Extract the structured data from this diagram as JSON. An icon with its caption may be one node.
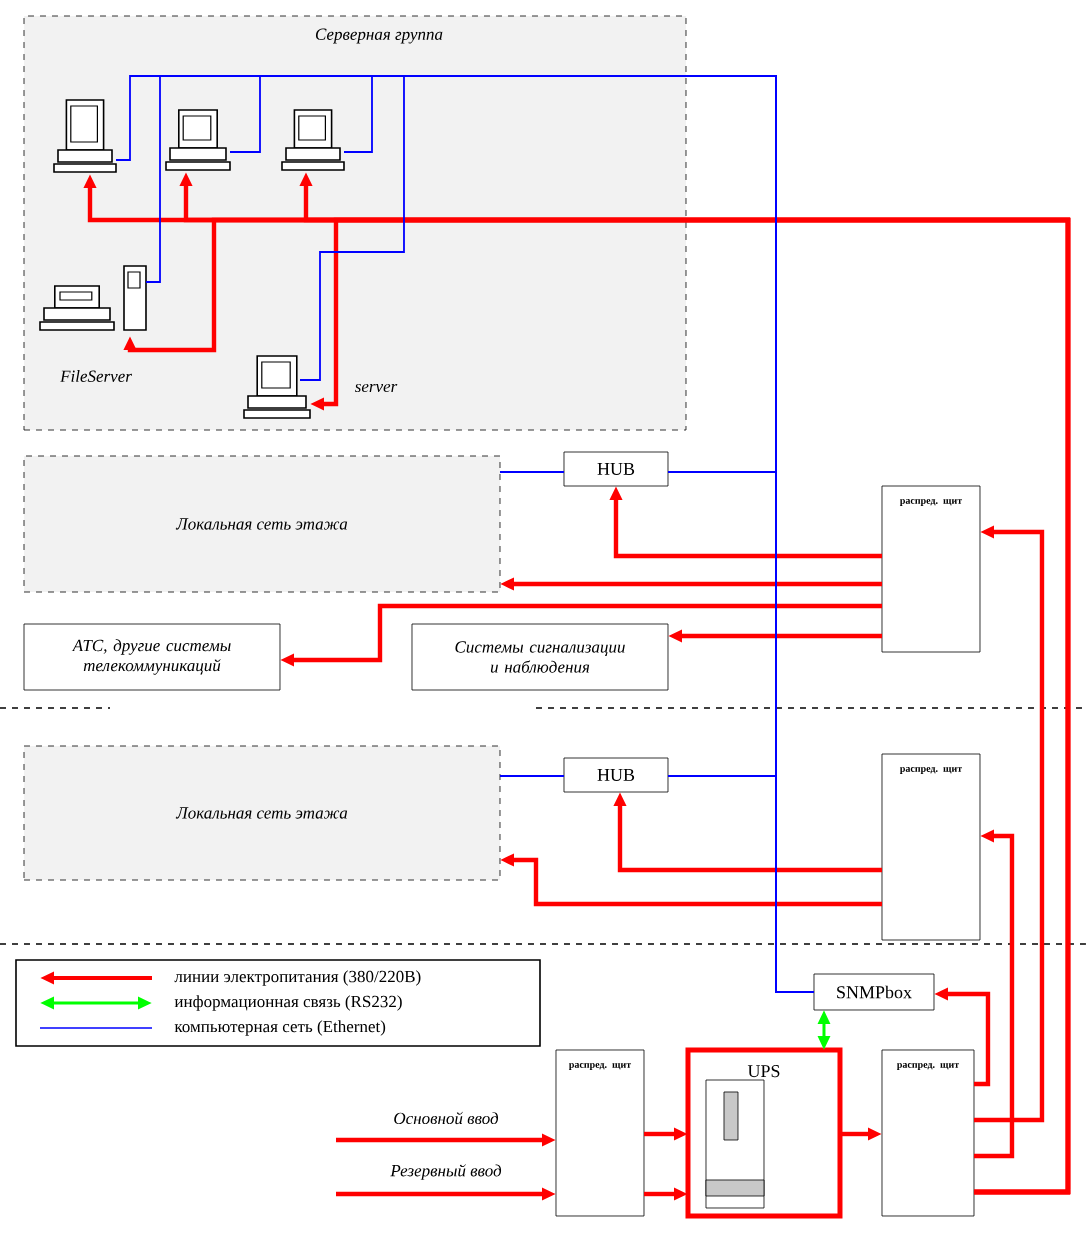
{
  "diagram": {
    "nodes": [
      {
        "text": [
          "Серверная группа"
        ]
      },
      {
        "text": [],
        "shape": "picture",
        "in": 0
      },
      {
        "text": [],
        "shape": "picture",
        "in": 0
      },
      {
        "text": [],
        "shape": "picture",
        "in": 0
      },
      {
        "text": [],
        "shape": "picture",
        "in": 0,
        "beside": [
          "FileServer"
        ]
      },
      {
        "text": [],
        "shape": "picture",
        "in": 0,
        "beside": [
          "server"
        ]
      },
      {
        "text": [
          "Локальная сеть этажа"
        ]
      },
      {
        "text": [
          "HUB"
        ]
      },
      {
        "text": [
          "распред. щит"
        ]
      },
      {
        "text": [
          "АТС, другие системы телекоммуникаций"
        ]
      },
      {
        "text": [
          "Системы сигнализации и наблюдения"
        ]
      },
      {
        "text": [
          "Локальная сеть этажа"
        ]
      },
      {
        "text": [
          "HUB"
        ]
      },
      {
        "text": [
          "распред. щит"
        ]
      },
      {
        "text": [
          "SNMPbox"
        ]
      },
      {
        "text": [
          "распред. щит"
        ]
      },
      {
        "text": [
          "UPS"
        ]
      },
      {
        "text": [
          "распред. щит"
        ]
      }
    ],
    "edges": [
      {
        "from": 17,
        "to": 1,
        "arrow": "to"
      },
      {
        "from": 17,
        "to": 2,
        "arrow": "to"
      },
      {
        "from": 17,
        "to": 3,
        "arrow": "to"
      },
      {
        "from": 17,
        "to": 4,
        "arrow": "to"
      },
      {
        "from": 17,
        "to": 5,
        "arrow": "to"
      },
      {
        "from": 8,
        "to": 7,
        "arrow": "to"
      },
      {
        "from": 8,
        "to": 6,
        "arrow": "to"
      },
      {
        "from": 8,
        "to": 9,
        "arrow": "to"
      },
      {
        "from": 8,
        "to": 10,
        "arrow": "to"
      },
      {
        "from": 13,
        "to": 12,
        "arrow": "to"
      },
      {
        "from": 13,
        "to": 11,
        "arrow": "to"
      },
      {
        "from": 17,
        "to": 8,
        "arrow": "to"
      },
      {
        "from": 17,
        "to": 13,
        "arrow": "to"
      },
      {
        "from": 17,
        "to": 14,
        "arrow": "to"
      },
      {
        "from": null,
        "to": 15,
        "arrow": "to",
        "label": "Основной ввод"
      },
      {
        "from": null,
        "to": 15,
        "arrow": "to",
        "label": "Резервный ввод"
      },
      {
        "from": 15,
        "to": 16,
        "arrow": "to"
      },
      {
        "from": 15,
        "to": 16,
        "arrow": "to"
      },
      {
        "from": 16,
        "to": 17,
        "arrow": "to"
      },
      {
        "from": 16,
        "to": 14,
        "arrow": "both",
        "color": "#00ff00"
      },
      {
        "from": 7,
        "to": 6,
        "arrow": "none",
        "color": "#0000ff"
      },
      {
        "from": 12,
        "to": 11,
        "arrow": "none",
        "color": "#0000ff"
      },
      {
        "from": 7,
        "to": 14,
        "arrow": "none",
        "color": "#0000ff"
      },
      {
        "from": 12,
        "to": 14,
        "arrow": "none",
        "color": "#0000ff"
      },
      {
        "from": 1,
        "to": 14,
        "arrow": "none",
        "color": "#0000ff"
      },
      {
        "from": 2,
        "to": 14,
        "arrow": "none",
        "color": "#0000ff"
      },
      {
        "from": 3,
        "to": 14,
        "arrow": "none",
        "color": "#0000ff"
      },
      {
        "from": 4,
        "to": 14,
        "arrow": "none",
        "color": "#0000ff"
      },
      {
        "from": 5,
        "to": 14,
        "arrow": "none",
        "color": "#0000ff"
      }
    ],
    "legend": [
      {
        "text": "линии электропитания (380/220В)"
      },
      {
        "text": "информационная связь (RS232)"
      },
      {
        "text": "компьютерная сеть (Ethernet)"
      }
    ]
  }
}
